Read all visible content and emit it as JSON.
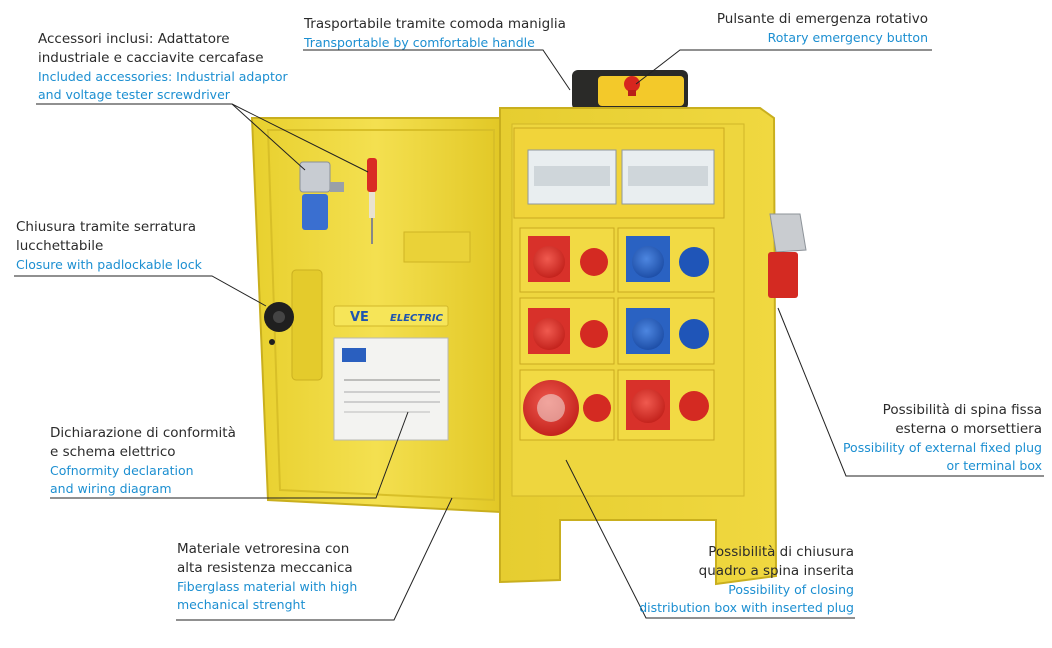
{
  "colors": {
    "italian_text": "#2b2b2b",
    "english_text": "#1c8fd1",
    "callout_line": "#222222",
    "enclosure_yellow": "#f2dc3a",
    "socket_red": "#e0322c",
    "socket_blue": "#2a66c7"
  },
  "callouts": {
    "accessories": {
      "it": "Accessori inclusi: Adattatore\nindustriale e cacciavite cercafase",
      "en": "Included accessories: Industrial adaptor\nand voltage tester screwdriver"
    },
    "handle": {
      "it": "Trasportabile tramite comoda maniglia",
      "en": "Transportable by comfortable handle"
    },
    "emergency": {
      "it": "Pulsante di emergenza rotativo",
      "en": "Rotary emergency button"
    },
    "lock": {
      "it": "Chiusura tramite serratura\nlucchettabile",
      "en": "Closure with padlockable lock"
    },
    "conformity": {
      "it": "Dichiarazione di conformità\ne schema elettrico",
      "en": "Cofnormity declaration\nand wiring diagram"
    },
    "fiberglass": {
      "it": "Materiale vetroresina con\nalta resistenza meccanica",
      "en": "Fiberglass material with high\nmechanical strenght"
    },
    "closing": {
      "it": "Possibilità di chiusura\nquadro a spina inserita",
      "en": "Possibility of closing\ndistribution box with inserted plug"
    },
    "external_plug": {
      "it": "Possibilità di spina fissa\nesterna o morsettiera",
      "en": "Possibility of external fixed plug\nor terminal box"
    }
  },
  "product": {
    "brand_label": "ELECTRIC",
    "brand_mark": "VE",
    "socket_grid": [
      {
        "color": "red"
      },
      {
        "color": "blue"
      },
      {
        "color": "red"
      },
      {
        "color": "blue"
      },
      {
        "color": "red"
      },
      {
        "color": "red"
      }
    ]
  }
}
